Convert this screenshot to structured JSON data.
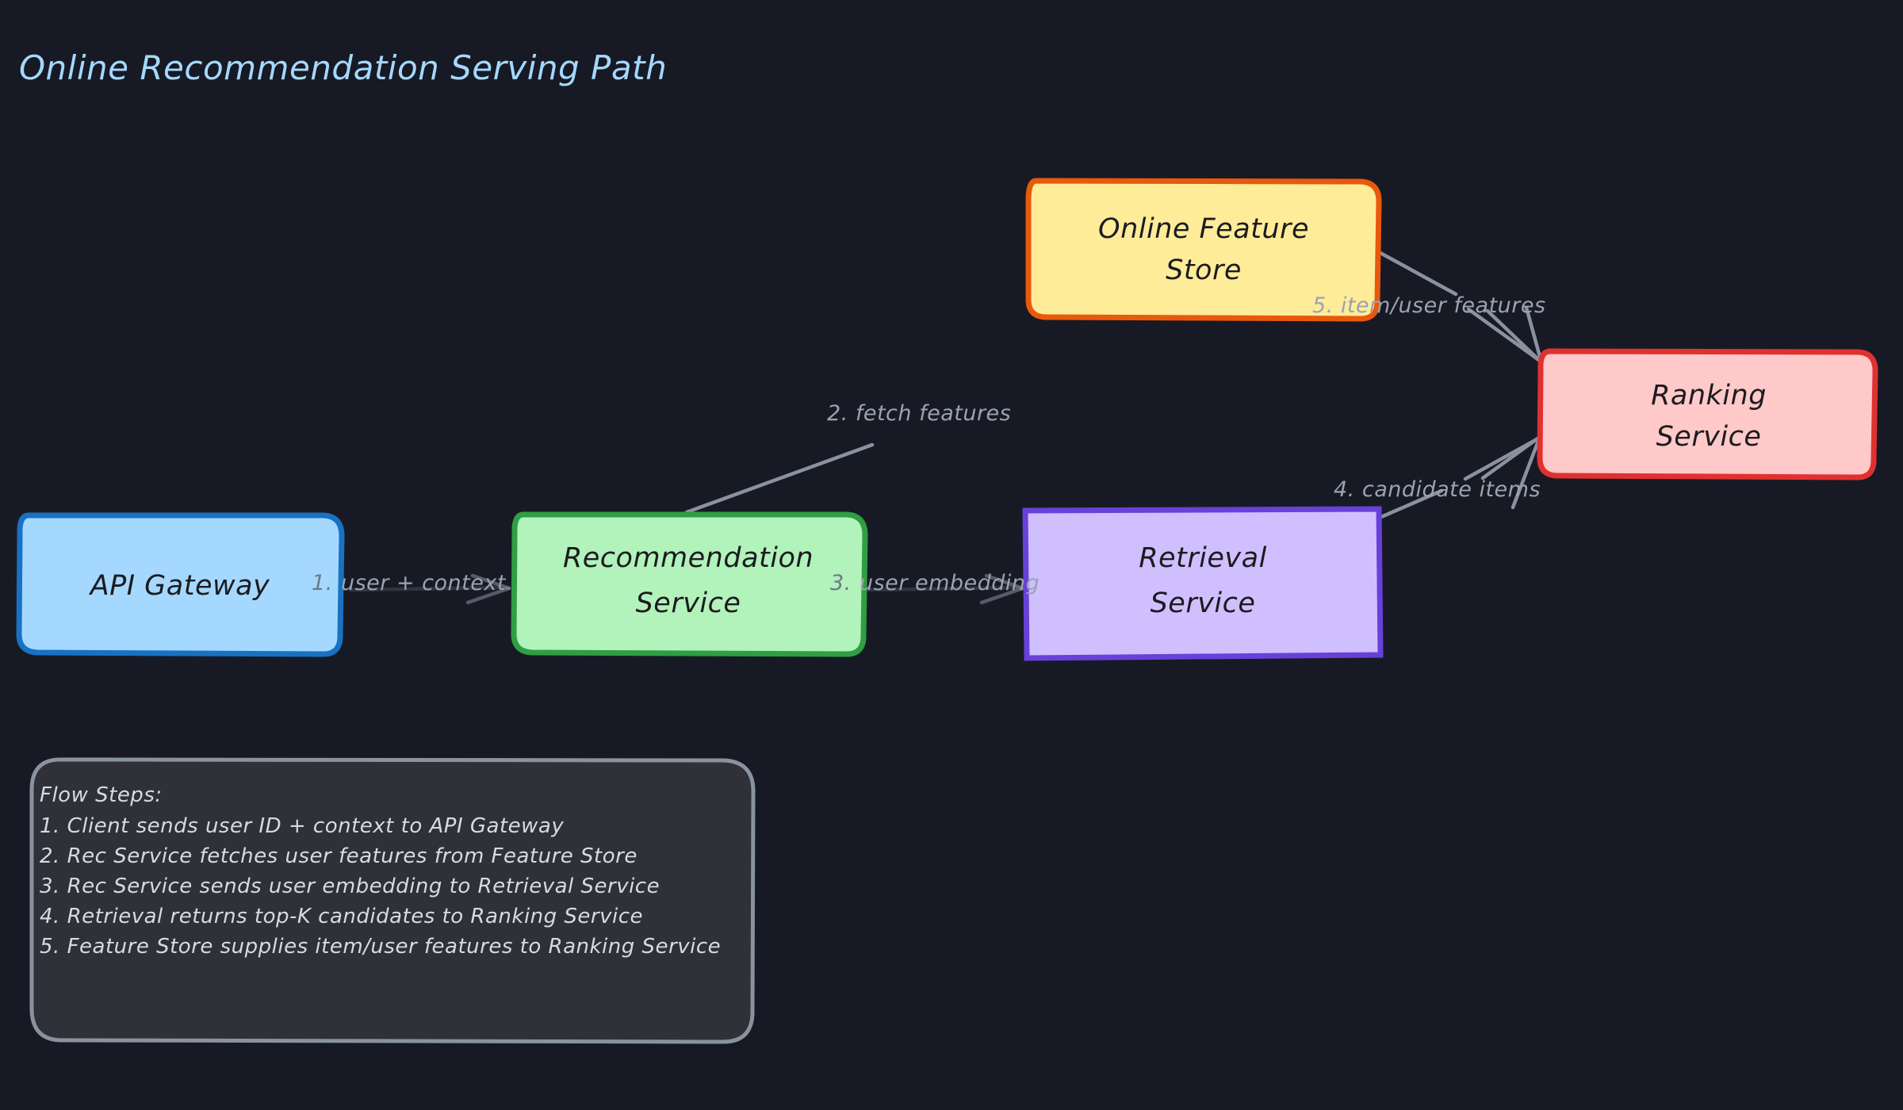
{
  "page": {
    "background_color": "#171a24",
    "title": "Online Recommendation Serving Path",
    "title_color": "#a5d8ff"
  },
  "nodes": [
    {
      "id": "api-gateway",
      "label": "API Gateway",
      "fill": "#a5d8ff",
      "stroke": "#1971c2",
      "shape": "rounded-rect"
    },
    {
      "id": "recommendation-service",
      "label_line1": "Recommendation",
      "label_line2": "Service",
      "fill": "#b2f2bb",
      "stroke": "#2f9e44",
      "shape": "rounded-rect"
    },
    {
      "id": "retrieval-service",
      "label_line1": "Retrieval",
      "label_line2": "Service",
      "fill": "#d0bfff",
      "stroke": "#6741d9",
      "shape": "rect"
    },
    {
      "id": "online-feature-store",
      "label_line1": "Online Feature",
      "label_line2": "Store",
      "fill": "#ffec99",
      "stroke": "#e8590c",
      "shape": "rounded-rect"
    },
    {
      "id": "ranking-service",
      "label_line1": "Ranking",
      "label_line2": "Service",
      "fill": "#ffc9c9",
      "stroke": "#e03131",
      "shape": "rounded-rect"
    }
  ],
  "edges": [
    {
      "id": "edge-1",
      "number": "1.",
      "label": "user + context",
      "from": "api-gateway",
      "to": "recommendation-service"
    },
    {
      "id": "edge-2",
      "number": "",
      "label": "2. fetch features",
      "from": "recommendation-service",
      "to": "online-feature-store"
    },
    {
      "id": "edge-3",
      "number": "3.",
      "label": "user embedding",
      "from": "recommendation-service",
      "to": "retrieval-service"
    },
    {
      "id": "edge-4",
      "number": "",
      "label": "4. candidate items",
      "from": "retrieval-service",
      "to": "ranking-service"
    },
    {
      "id": "edge-5",
      "number": "",
      "label": "5. item/user features",
      "from": "online-feature-store",
      "to": "ranking-service"
    }
  ],
  "legend": {
    "heading": "Flow Steps:",
    "fill": "#2f3038",
    "stroke": "#8a929f",
    "steps": [
      "1. Client sends user ID + context to API Gateway",
      "2. Rec Service fetches user features from Feature Store",
      "3. Rec Service sends user embedding to Retrieval Service",
      "4. Retrieval returns top-K candidates to Ranking Service",
      "5. Feature Store supplies item/user features to Ranking Service"
    ]
  }
}
